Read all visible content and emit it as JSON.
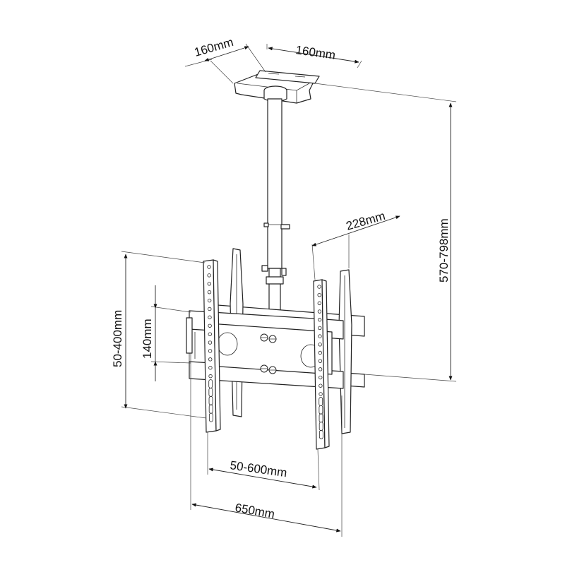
{
  "figure": {
    "dimensions": {
      "ceiling_plate_depth": "160mm",
      "ceiling_plate_width": "160mm",
      "height_range": "570-798mm",
      "arm_depth": "228mm",
      "vertical_range": "50-400mm",
      "rail_spacing": "140mm",
      "horizontal_range": "50-600mm",
      "overall_width": "650mm"
    }
  }
}
